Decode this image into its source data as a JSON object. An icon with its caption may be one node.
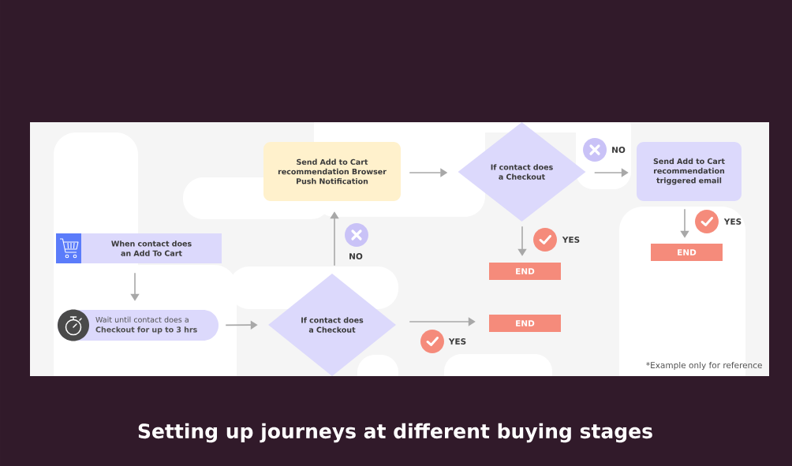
{
  "diagram": {
    "caption": "Setting up journeys at different buying stages",
    "nodes": [
      {
        "text": [
          "When contact does an Add To Cart"
        ]
      },
      {
        "text": [
          "Wait until contact does a **Checkout for up to 3 hrs**"
        ]
      },
      {
        "text": [
          "If contact does a Checkout"
        ]
      },
      {
        "text": [
          "Send Add to Cart recommendation Browser Push Notification"
        ]
      },
      {
        "text": [
          "If contact does a Checkout"
        ]
      },
      {
        "text": [
          "Send Add to Cart recommendation triggered email"
        ]
      },
      {
        "text": [
          "END"
        ]
      },
      {
        "text": [
          "END"
        ]
      },
      {
        "text": [
          "END"
        ]
      }
    ],
    "edges": [
      {
        "from": 0,
        "to": 1,
        "arrow": "to"
      },
      {
        "from": 1,
        "to": 2,
        "arrow": "to"
      },
      {
        "from": 2,
        "to": 3,
        "arrow": "to",
        "label": "NO"
      },
      {
        "from": 3,
        "to": 4,
        "arrow": "to"
      },
      {
        "from": 4,
        "to": 5,
        "arrow": "to",
        "label": "NO"
      },
      {
        "from": 4,
        "to": 6,
        "arrow": "to",
        "label": "YES"
      },
      {
        "from": 2,
        "to": 7,
        "arrow": "to",
        "label": "YES"
      },
      {
        "from": 5,
        "to": 8,
        "arrow": "to",
        "label": "YES"
      }
    ],
    "labels": [
      "*Example only for reference"
    ]
  }
}
